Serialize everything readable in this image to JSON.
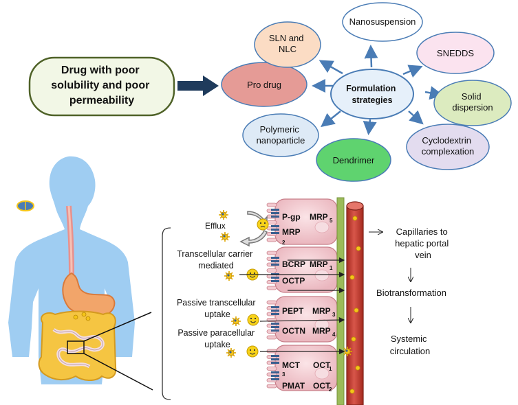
{
  "top": {
    "main_box": {
      "lines": [
        "Drug with poor",
        "solubility and poor",
        "permeability"
      ],
      "fill": "#f2f7e6",
      "border": "#4f6228"
    },
    "center": {
      "lines": [
        "Formulation",
        "strategies"
      ],
      "fill": "#e6f0fa",
      "border": "#4a7cb5"
    },
    "strategies": [
      {
        "id": "pro-drug",
        "lines": [
          "Pro drug"
        ],
        "fill": "#e59b96"
      },
      {
        "id": "sln-nlc",
        "lines": [
          "SLN and",
          "NLC"
        ],
        "fill": "#fbdcc4"
      },
      {
        "id": "nanosuspension",
        "lines": [
          "Nanosuspension"
        ],
        "fill": "#ffffff"
      },
      {
        "id": "snedds",
        "lines": [
          "SNEDDS"
        ],
        "fill": "#fbe3ef"
      },
      {
        "id": "solid-dispersion",
        "lines": [
          "Solid",
          "dispersion"
        ],
        "fill": "#dcebbf"
      },
      {
        "id": "cyclodextrin",
        "lines": [
          "Cyclodextrin",
          "complexation"
        ],
        "fill": "#e3dcef"
      },
      {
        "id": "dendrimer",
        "lines": [
          "Dendrimer"
        ],
        "fill": "#5fd36f"
      },
      {
        "id": "polymeric-nanoparticle",
        "lines": [
          "Polymeric",
          "nanoparticle"
        ],
        "fill": "#deeaf6"
      }
    ],
    "arrow_color": "#4a7cb5",
    "big_arrow_color": "#1f3b5c"
  },
  "bottom": {
    "mechanisms": {
      "efflux": "Efflux",
      "transcellular_carrier": [
        "Transcellular carrier",
        "mediated"
      ],
      "passive_transcellular": [
        "Passive transcellular",
        "uptake"
      ],
      "passive_paracellular": [
        "Passive paracellular",
        "uptake"
      ]
    },
    "transporters": {
      "pgp": "P-gp",
      "mrp": "MRP",
      "mrp_sub_2": "2",
      "mrp5": "MRP",
      "mrp5_sub": "5",
      "bcrp": "BCRP",
      "mrp1": "MRP",
      "mrp1_sub": "1",
      "octp": "OCTP",
      "pept": "PEPT",
      "mrp3": "MRP",
      "mrp3_sub": "3",
      "octn": "OCTN",
      "mrp4": "MRP",
      "mrp4_sub": "4",
      "mct": "MCT",
      "mct_sub": "3",
      "oct1": "OCT",
      "oct1_sub": "1",
      "pmat": "PMAT",
      "oct2": "OCT",
      "oct2_sub": "2"
    },
    "flow": {
      "capillaries": [
        "Capillaries to",
        "hepatic portal",
        "vein"
      ],
      "biotransformation": "Biotransformation",
      "systemic": [
        "Systemic",
        "circulation"
      ]
    },
    "colors": {
      "body": "#9fcdf2",
      "cell": "#f2c9cf",
      "cell_border": "#c77d88",
      "vessel": "#c0392b",
      "membrane": "#9bbb59",
      "drug": "#f5c518"
    }
  }
}
